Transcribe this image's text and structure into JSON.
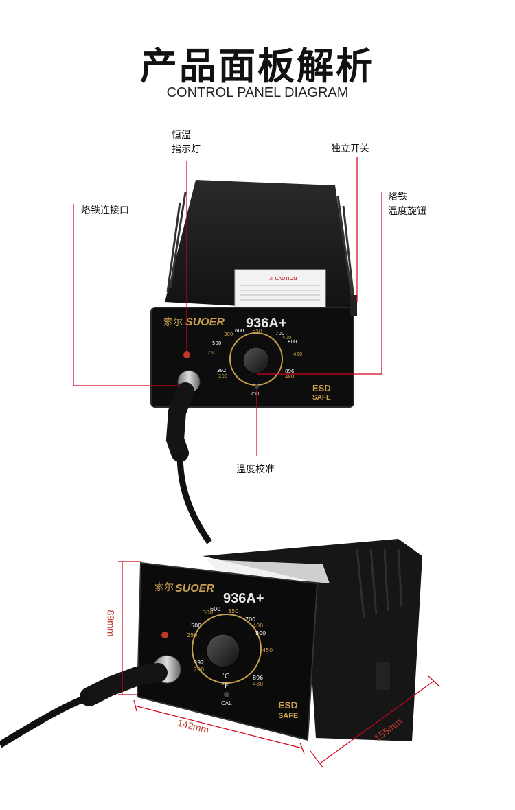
{
  "header": {
    "title": "产品面板解析",
    "subtitle": "CONTROL PANEL DIAGRAM"
  },
  "callouts": {
    "indicator": "恒温\n指示灯",
    "switch": "独立开关",
    "connector": "烙铁连接口",
    "knob": "烙铁\n温度旋钮",
    "calibration": "温度校准"
  },
  "device": {
    "brand_cn": "索尔",
    "brand_en": "SUOER",
    "model": "936A+",
    "cal": "CAL",
    "esd_top": "ESD",
    "esd_bottom": "SAFE",
    "caution": "⚠ CAUTION",
    "unit_c": "°C",
    "unit_f": "°F",
    "scale_f": [
      "392",
      "500",
      "600",
      "700",
      "800",
      "896"
    ],
    "scale_c": [
      "200",
      "250",
      "300",
      "350",
      "400",
      "450",
      "480"
    ]
  },
  "dimensions": {
    "height": "89mm",
    "width": "142mm",
    "depth": "155mm"
  },
  "colors": {
    "accent": "#d0021b",
    "body": "#0d0d0d",
    "gold": "#c8a050"
  }
}
